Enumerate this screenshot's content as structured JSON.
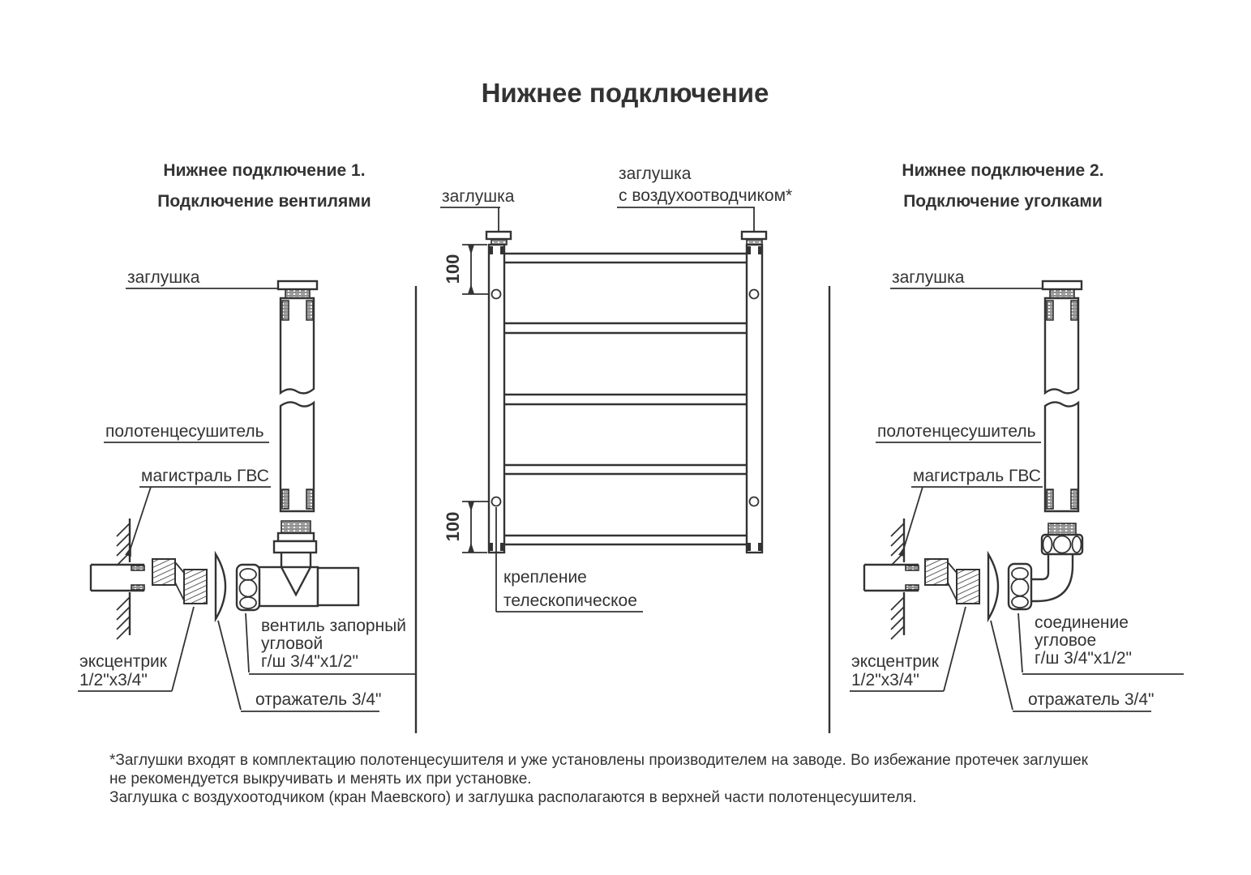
{
  "title": "Нижнее подключение",
  "left_section": {
    "heading_line1": "Нижнее подключение 1.",
    "heading_line2": "Подключение вентилями",
    "plug": "заглушка",
    "towel_rail": "полотенцесушитель",
    "hot_water_main": "магистраль ГВС",
    "eccentric_line1": "эксцентрик",
    "eccentric_line2": "1/2\"х3/4\"",
    "valve_line1": "вентиль запорный",
    "valve_line2": "угловой",
    "valve_line3": "г/ш 3/4\"х1/2\"",
    "reflector": "отражатель 3/4\""
  },
  "center_section": {
    "plug": "заглушка",
    "plug_airvent_line1": "заглушка",
    "plug_airvent_line2": "с воздухоотводчиком*",
    "dim_top": "100",
    "dim_bottom": "100",
    "mount_line1": "крепление",
    "mount_line2": "телескопическое"
  },
  "right_section": {
    "heading_line1": "Нижнее подключение 2.",
    "heading_line2": "Подключение уголками",
    "plug": "заглушка",
    "towel_rail": "полотенцесушитель",
    "hot_water_main": "магистраль ГВС",
    "eccentric_line1": "эксцентрик",
    "eccentric_line2": "1/2\"х3/4\"",
    "elbow_line1": "соединение",
    "elbow_line2": "угловое",
    "elbow_line3": "г/ш 3/4\"х1/2\"",
    "reflector": "отражатель 3/4\""
  },
  "footnote": {
    "line1": "*Заглушки входят в комплектацию полотенцесушителя и уже установлены производителем на заводе. Во избежание протечек заглушек",
    "line2": "не рекомендуется выкручивать и менять их при установке.",
    "line3": "Заглушка с воздухоотодчиком (кран Маевского) и заглушка располагаются в верхней части полотенцесушителя."
  },
  "colors": {
    "ink": "#333333",
    "background": "#ffffff"
  }
}
